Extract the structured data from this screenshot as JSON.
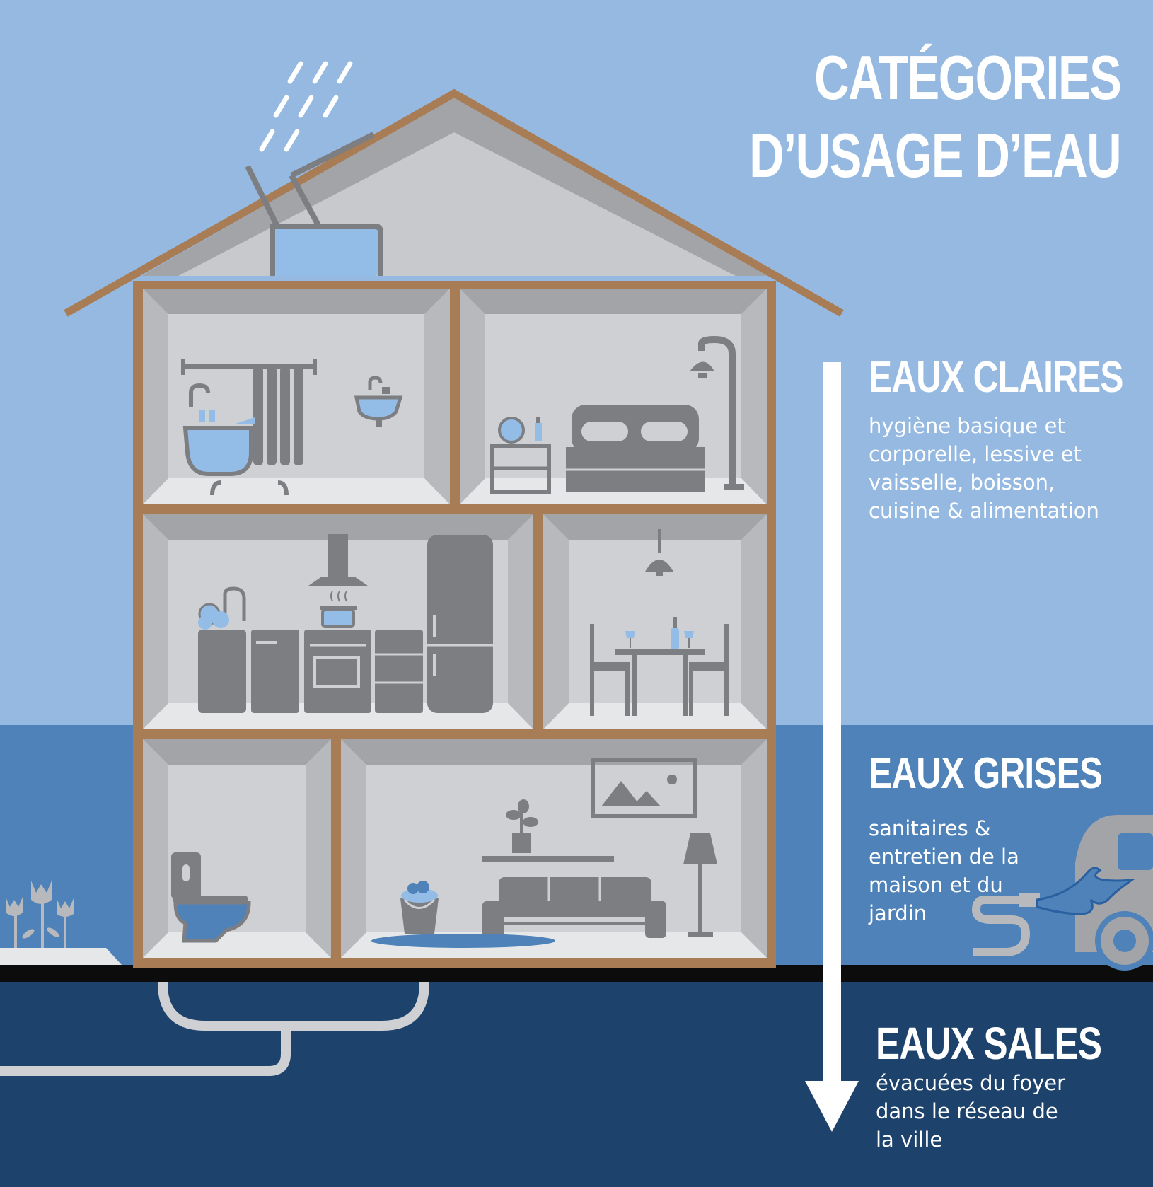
{
  "title": {
    "line1": "CATÉGORIES",
    "line2": "D’USAGE D’EAU"
  },
  "categories": [
    {
      "heading": "EAUX CLAIRES",
      "description": "hygiène basique et\ncorporelle, lessive et\nvaisselle, boisson,\ncuisine & alimentation"
    },
    {
      "heading": "EAUX GRISES",
      "description": "sanitaires &\nentretien de la\nmaison et du\njardin"
    },
    {
      "heading": "EAUX SALES",
      "description": "évacuées du foyer\ndans le réseau de\nla ville"
    }
  ],
  "colors": {
    "sky": "#95b9e0",
    "grey_water_band": "#4e82b8",
    "sewer_band": "#1d426b",
    "house_frame": "#a87d56",
    "room_wall": "#cfd0d3",
    "room_floor": "#e6e7e9",
    "furniture": "#7d7e82",
    "water_accent": "#93bde6",
    "text": "#ffffff"
  },
  "icons": [
    "rain-icon",
    "solar-panel-icon",
    "water-tank-icon",
    "bathtub-icon",
    "sink-icon",
    "fishbowl-icon",
    "bed-icon",
    "floor-lamp-icon",
    "range-hood-icon",
    "kitchen-counter-icon",
    "cooking-pot-icon",
    "fridge-icon",
    "pendant-lamp-icon",
    "dining-table-icon",
    "toilet-icon",
    "bucket-icon",
    "sofa-icon",
    "plant-icon",
    "picture-frame-icon",
    "tulip-garden-icon",
    "pressure-washer-icon",
    "car-icon",
    "down-arrow-icon",
    "drain-pipe-icon"
  ]
}
